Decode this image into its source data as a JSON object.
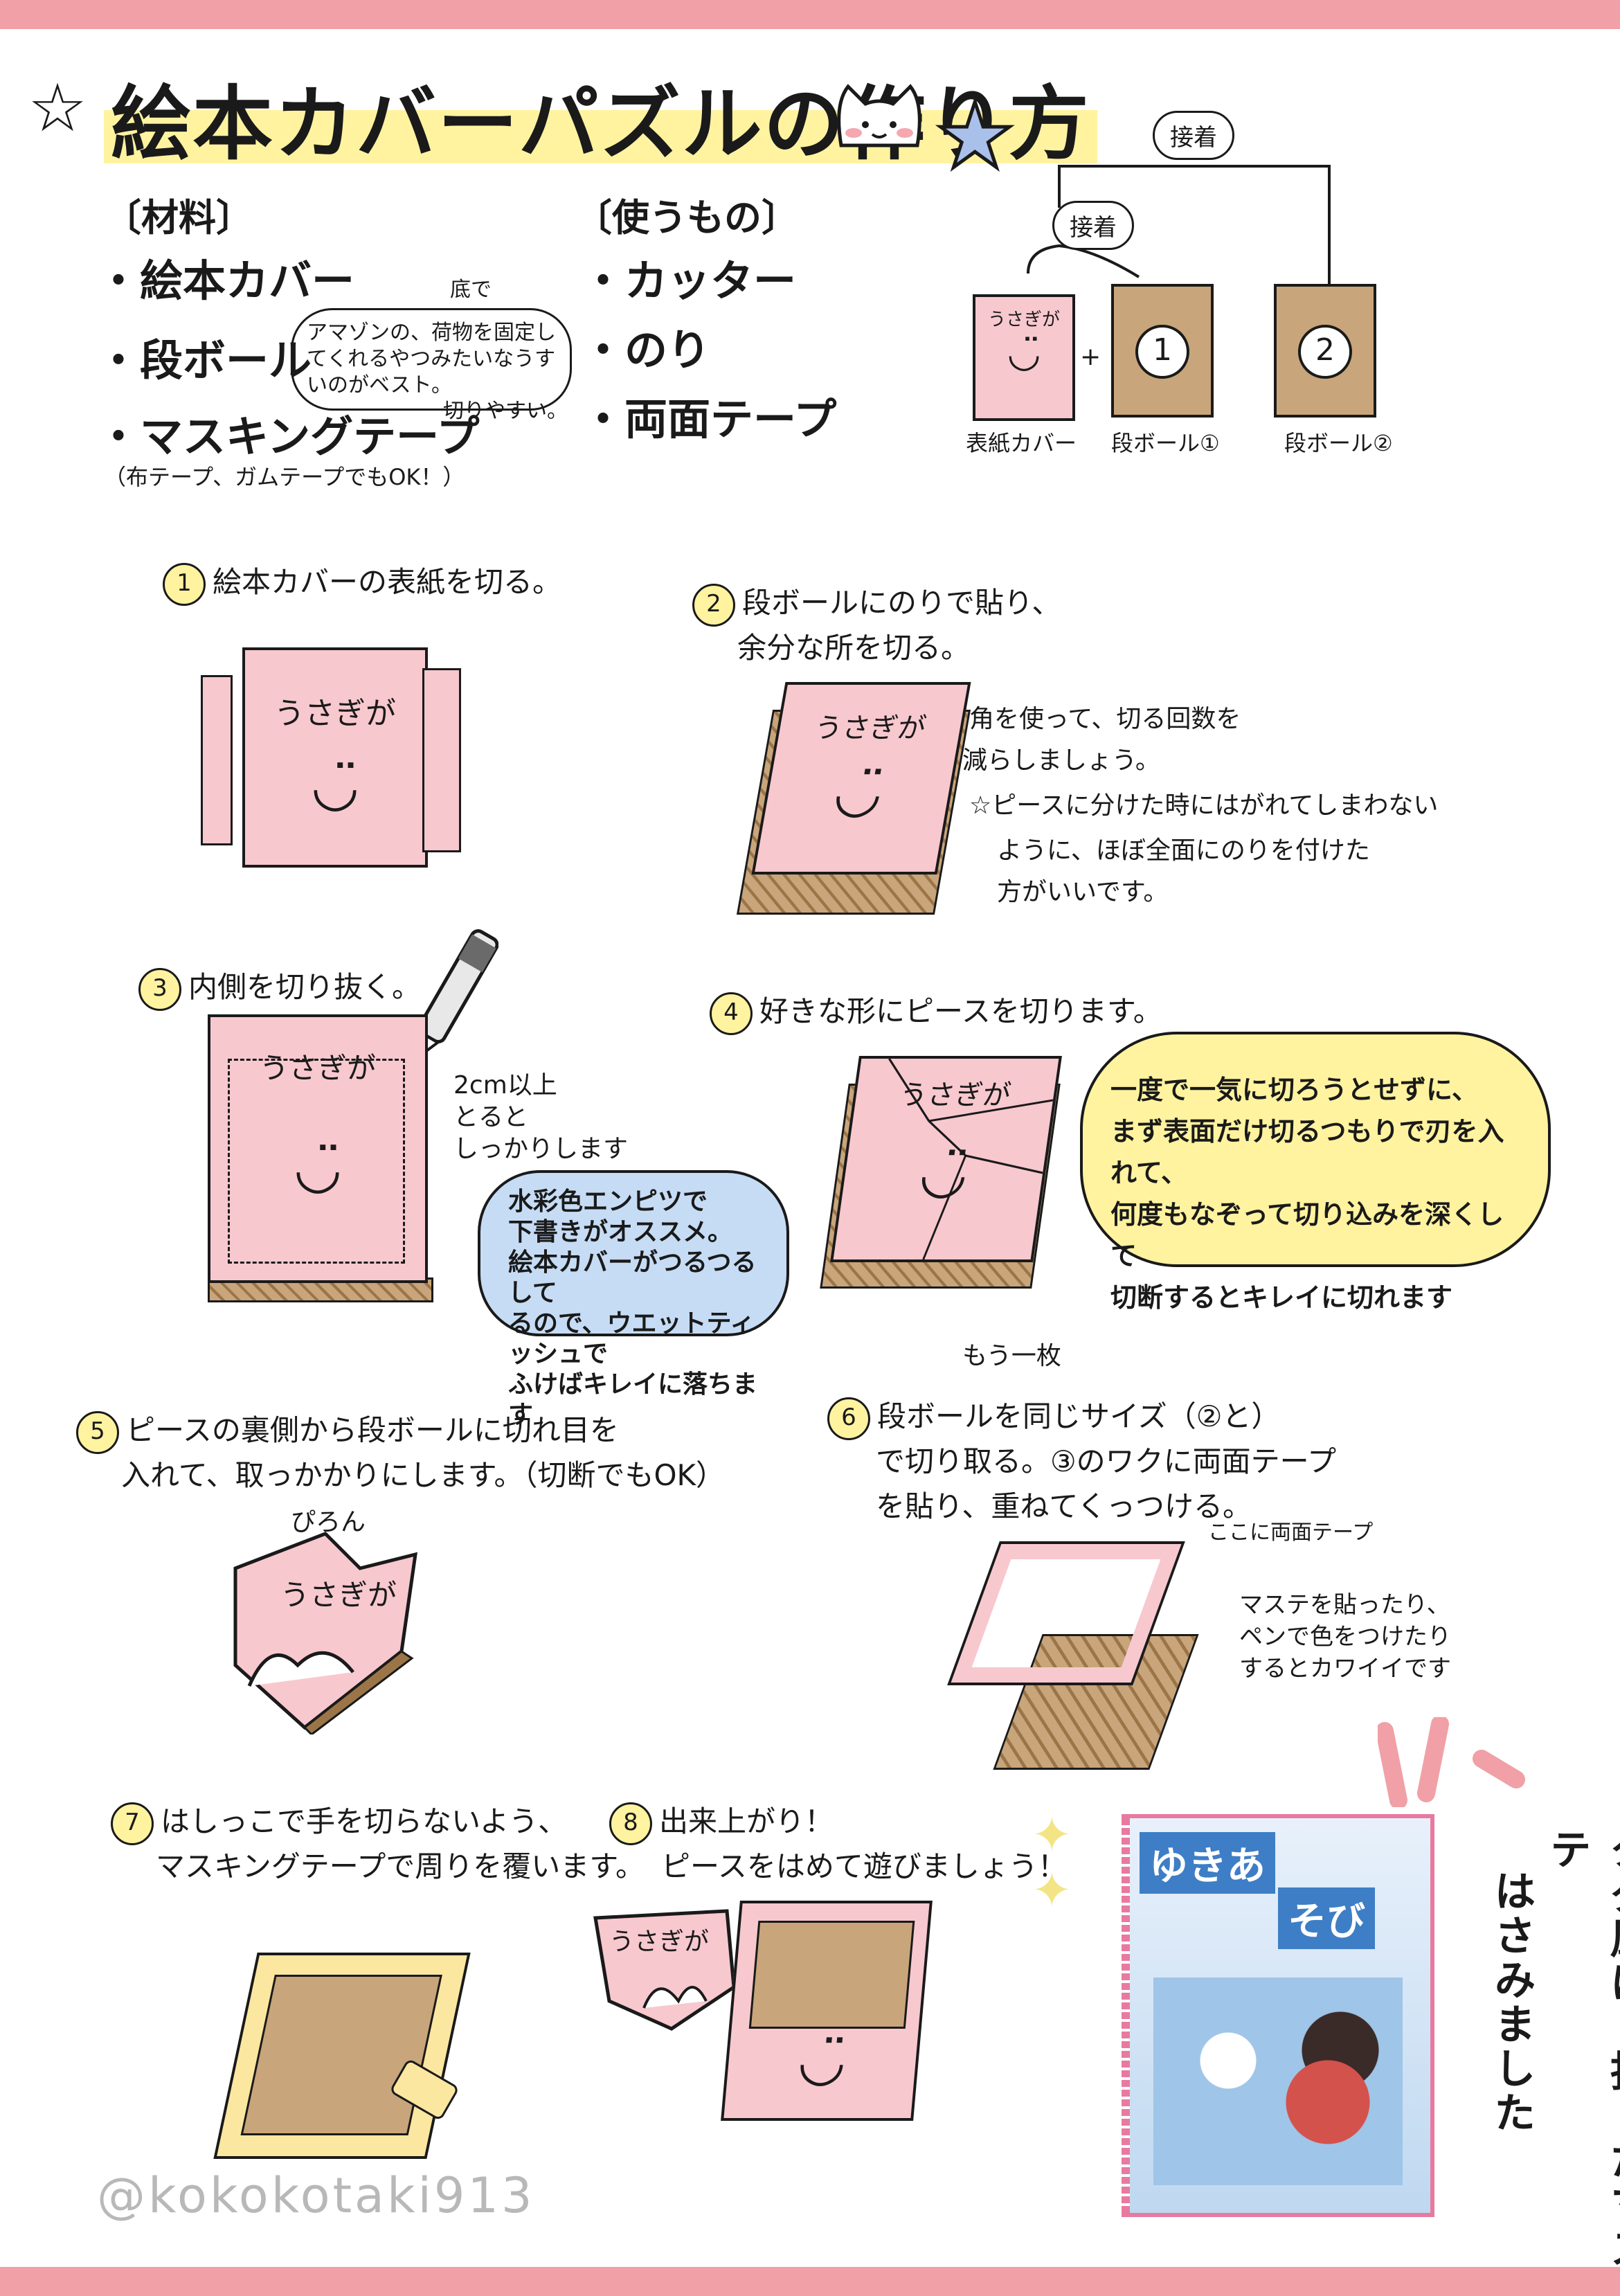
{
  "title": {
    "text": "絵本カバーパズルの作り方",
    "star_left": "☆",
    "star_right": "★"
  },
  "materials": {
    "heading": "〔材料〕",
    "items": [
      "・絵本カバー",
      "・段ボール",
      "・マスキングテープ"
    ],
    "cardboard_note": "アマゾンの、荷物を固定してくれるやつみたいなうすいのがベスト。",
    "cardboard_note_small": "切りやすい。",
    "cardboard_note_top": "底で",
    "tape_note": "（布テープ、ガムテープでもOK！）"
  },
  "tools": {
    "heading": "〔使うもの〕",
    "items": [
      "・カッター",
      "・のり",
      "・両面テープ"
    ]
  },
  "diagram": {
    "glue_top": "接着",
    "glue_mid": "接着",
    "plus": "+",
    "cover_text": "うさぎが",
    "num1": "1",
    "num2": "2",
    "label_cover": "表紙カバー",
    "label_cb1": "段ボール①",
    "label_cb2": "段ボール②"
  },
  "steps": [
    {
      "num": "1",
      "text": "絵本カバーの表紙を切る。"
    },
    {
      "num": "2",
      "text_1": "段ボールにのりで貼り、",
      "text_2": "余分な所を切る。",
      "note_1": "角を使って、切る回数を",
      "note_2": "減らしましょう。",
      "tip_1": "☆ピースに分けた時にはがれてしまわない",
      "tip_2": "ように、ほぼ全面にのりを付けた",
      "tip_3": "方がいいです。"
    },
    {
      "num": "3",
      "text": "内側を切り抜く。",
      "note_1": "2cm以上",
      "note_2": "とると",
      "note_3": "しっかりします",
      "bubble_1": "水彩色エンピツで",
      "bubble_2": "下書きがオススメ。",
      "bubble_3": "絵本カバーがつるつるして",
      "bubble_4": "るので、ウエットティッシュで",
      "bubble_5": "ふけばキレイに落ちます"
    },
    {
      "num": "4",
      "text": "好きな形にピースを切ります。",
      "bubble_1": "一度で一気に切ろうとせずに、",
      "bubble_2": "まず表面だけ切るつもりで刃を入れて、",
      "bubble_3": "何度もなぞって切り込みを深くして",
      "bubble_4": "切断するとキレイに切れます"
    },
    {
      "num": "5",
      "text_1": "ピースの裏側から段ボールに切れ目を",
      "text_2": "入れて、取っかかりにします。（切断でもOK）",
      "sfx": "ぴろん"
    },
    {
      "num": "6",
      "above": "もう一枚",
      "text_1": "段ボールを同じサイズ（②と）",
      "text_2": "で切り取る。③のワクに両面テープ",
      "text_3": "を貼り、重ねてくっつける。",
      "note_tape": "ここに両面テープ",
      "note_1": "マステを貼ったり、",
      "note_2": "ペンで色をつけたり",
      "note_3": "するとカワイイです"
    },
    {
      "num": "7",
      "text_1": "はしっこで手を切らないよう、",
      "text_2": "マスキングテープで周りを覆います。"
    },
    {
      "num": "8",
      "text_1": "出来上がり！",
      "text_2": "ピースをはめて遊びましょう！"
    }
  ],
  "cover_text": "うさぎが",
  "final": {
    "book_title_1": "ゆきあ",
    "book_title_2": "そび",
    "vertical_note_1": "タグ風に、折ったマステ",
    "vertical_note_2": "はさみました",
    "sparkle": "✦"
  },
  "watermark": "@kokokotaki913",
  "colors": {
    "band": "#f0a0a6",
    "pink": "#f8c8cf",
    "cardboard": "#c8a57a",
    "highlight": "#fff3a0",
    "bubble_blue": "#c6dcf5",
    "star_blue": "#a9c0ea"
  }
}
